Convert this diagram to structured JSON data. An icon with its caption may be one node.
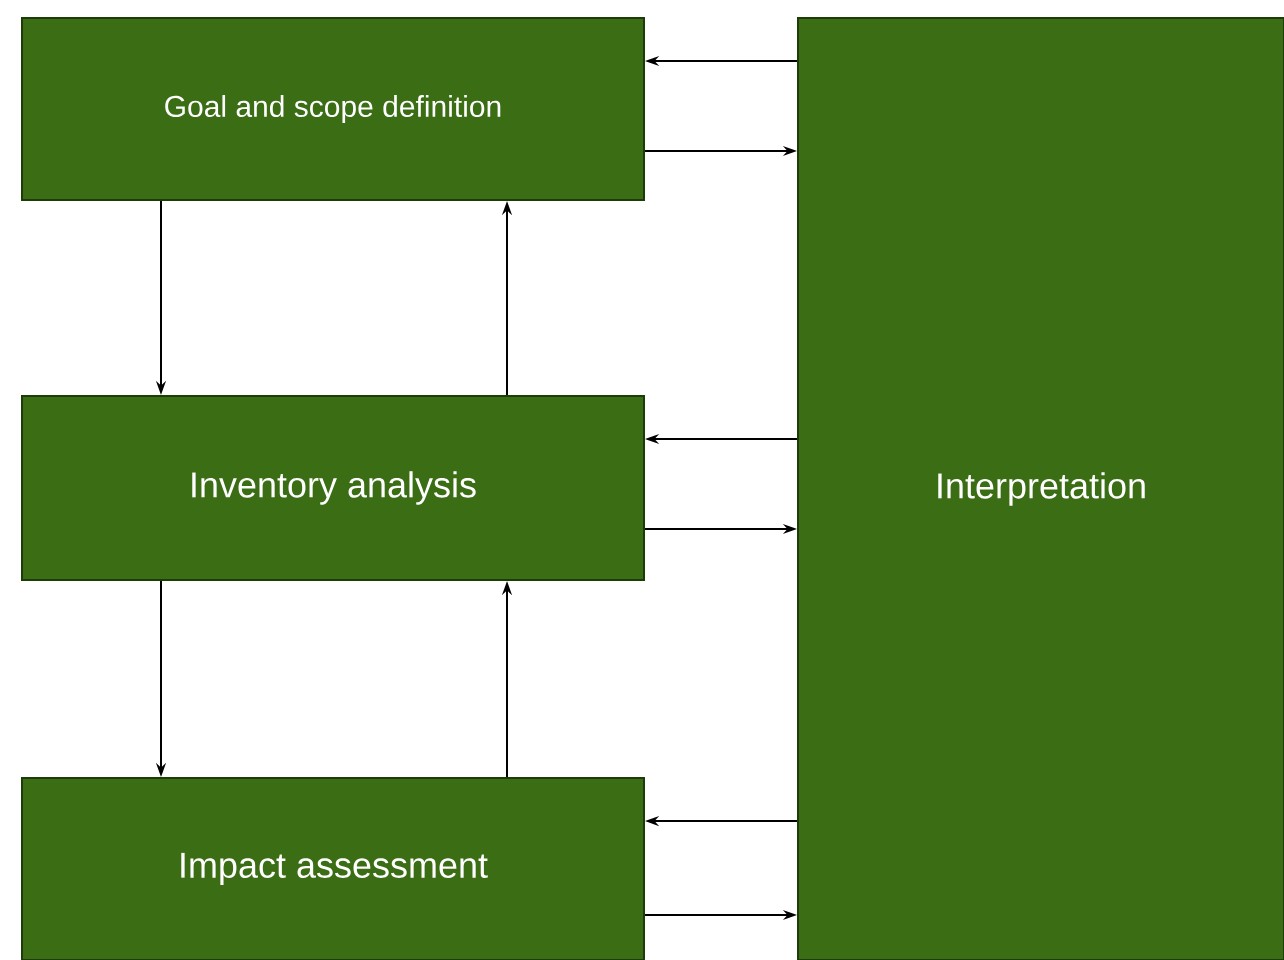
{
  "diagram": {
    "nodes": [
      {
        "text": [
          "Goal and scope definition"
        ]
      },
      {
        "text": [
          "Inventory analysis"
        ]
      },
      {
        "text": [
          "Impact assessment"
        ]
      },
      {
        "text": [
          "Interpretation"
        ]
      }
    ],
    "edges": [
      {
        "from": 0,
        "to": 1,
        "arrow": "to"
      },
      {
        "from": 1,
        "to": 0,
        "arrow": "to"
      },
      {
        "from": 1,
        "to": 2,
        "arrow": "to"
      },
      {
        "from": 2,
        "to": 1,
        "arrow": "to"
      },
      {
        "from": 3,
        "to": 0,
        "arrow": "to"
      },
      {
        "from": 0,
        "to": 3,
        "arrow": "to"
      },
      {
        "from": 3,
        "to": 1,
        "arrow": "to"
      },
      {
        "from": 1,
        "to": 3,
        "arrow": "to"
      },
      {
        "from": 3,
        "to": 2,
        "arrow": "to"
      },
      {
        "from": 2,
        "to": 3,
        "arrow": "to"
      }
    ]
  }
}
